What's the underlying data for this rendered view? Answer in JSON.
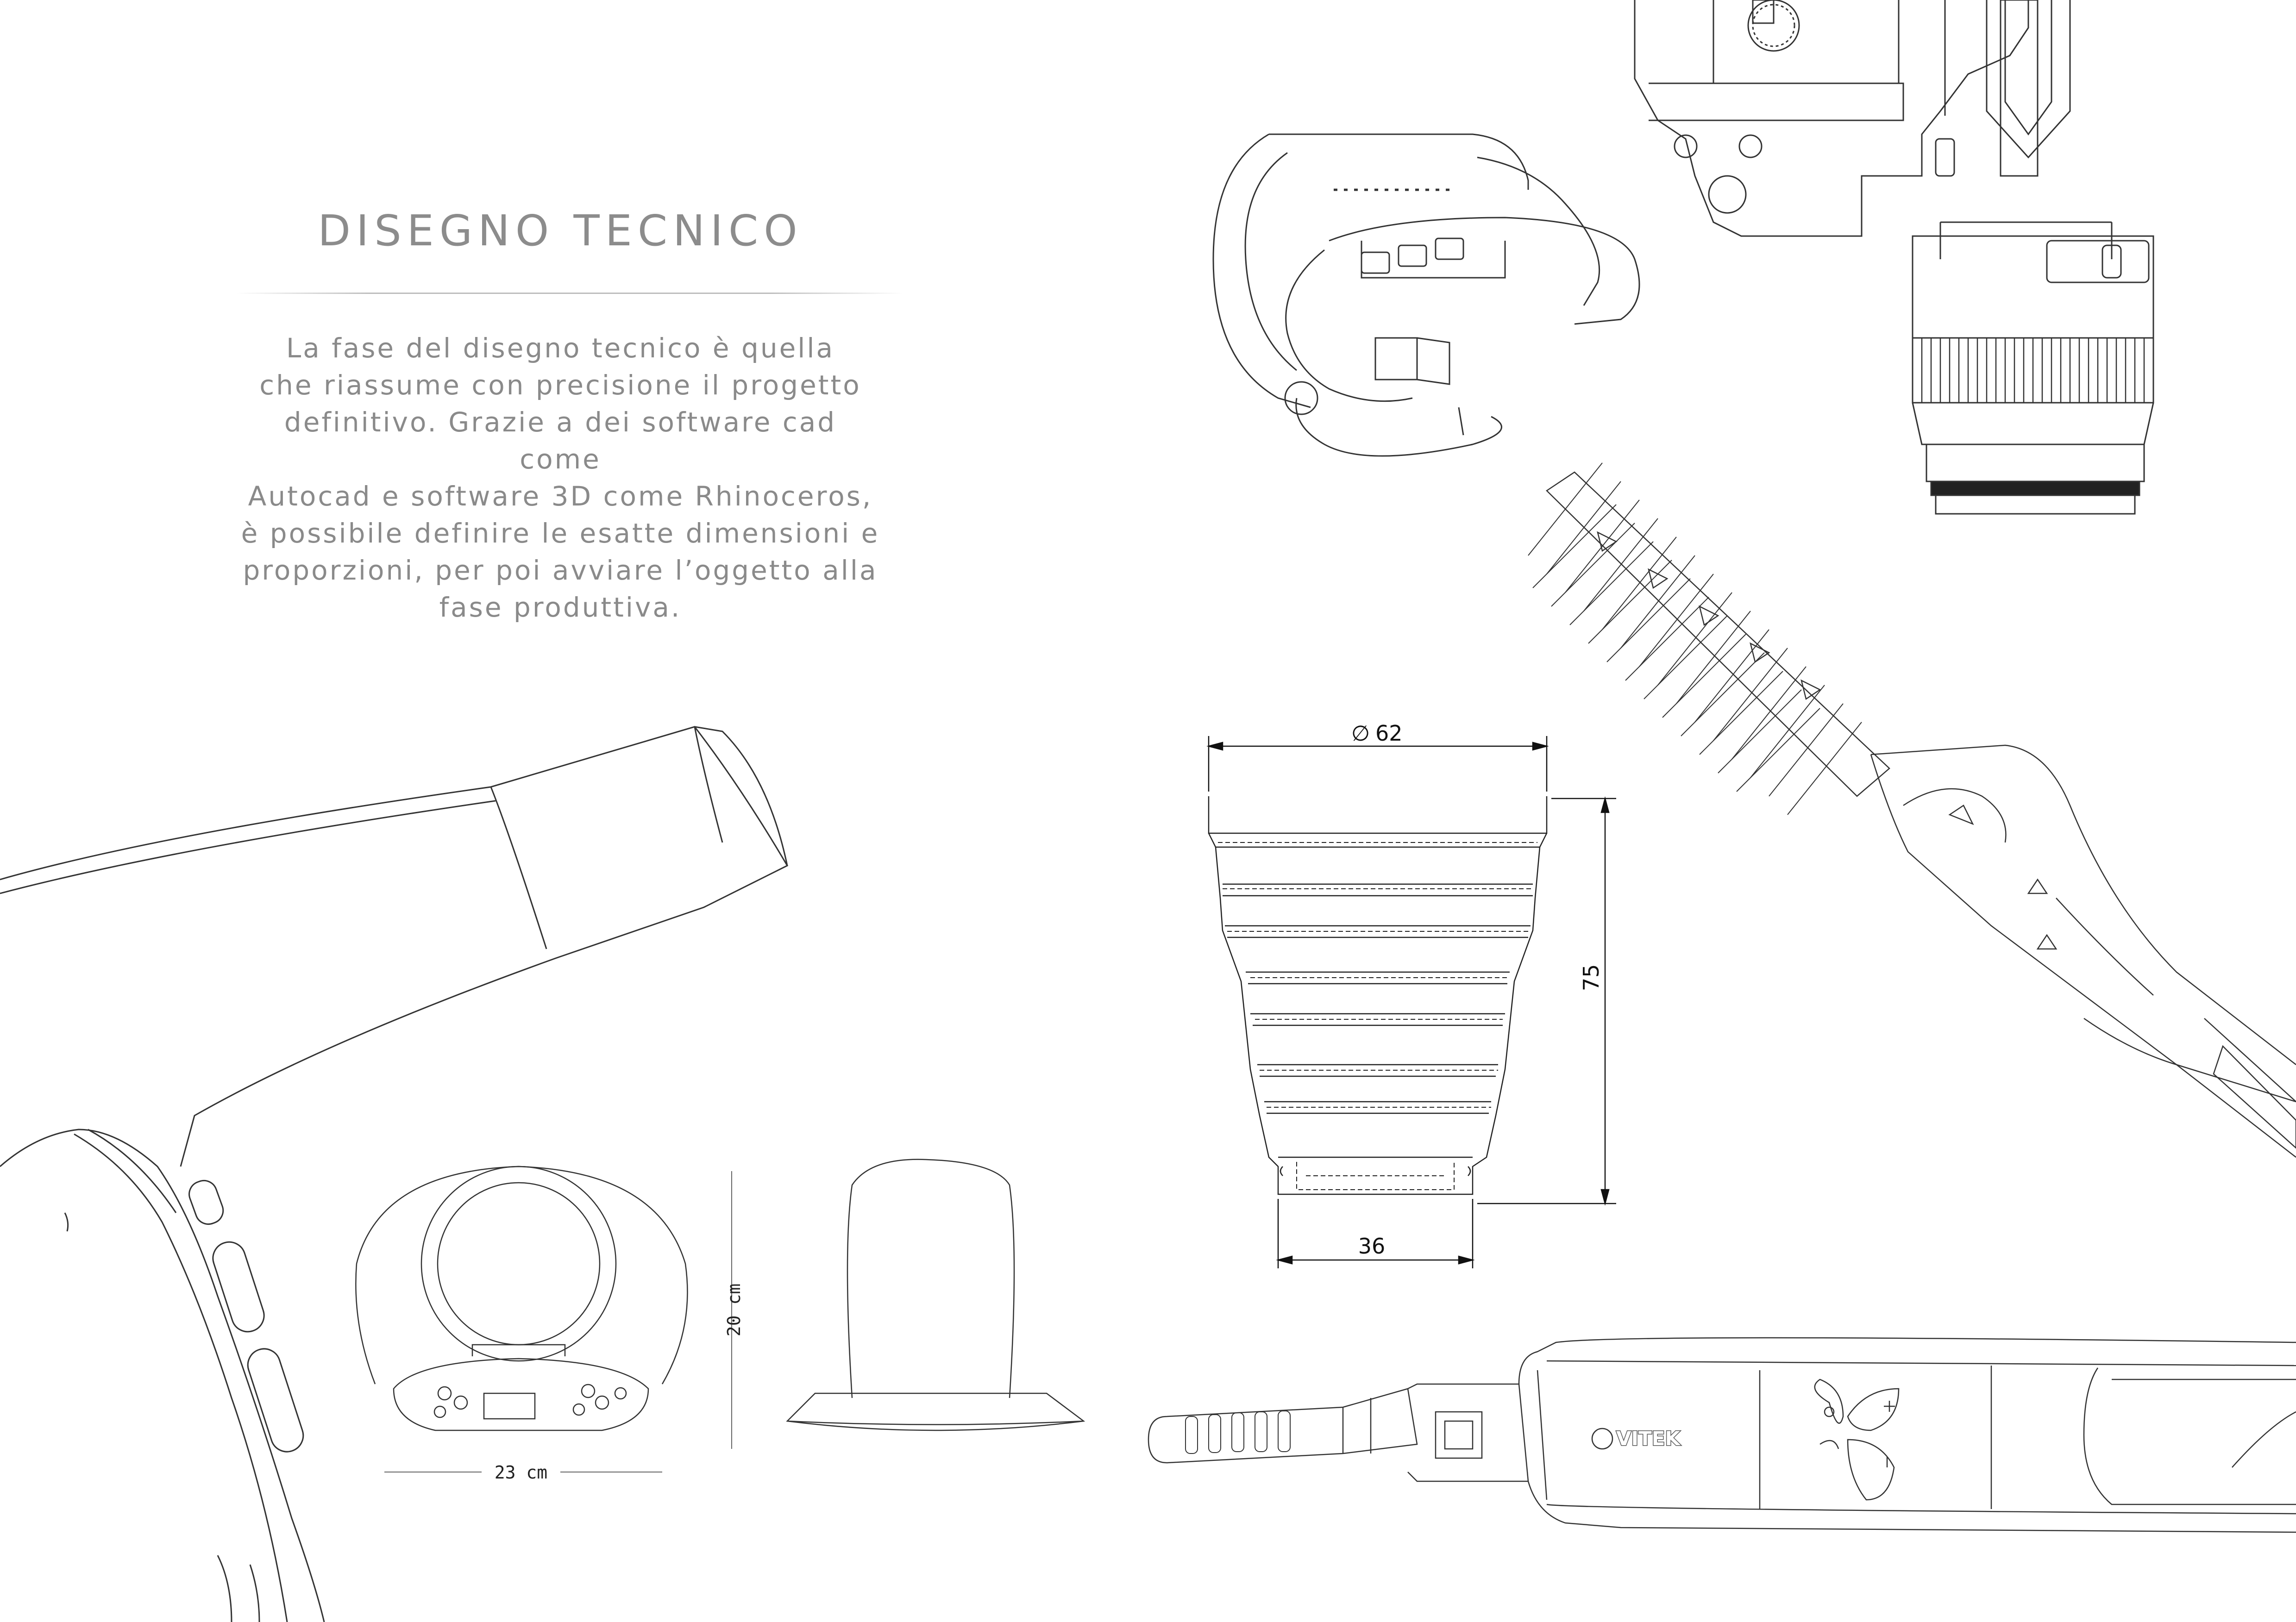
{
  "title": "DISEGNO  TECNICO",
  "intro_lines": [
    "La fase del disegno tecnico è quella",
    "che riassume con precisione il progetto",
    "definitivo. Grazie a dei software cad come",
    "Autocad e software 3D come Rhinoceros,",
    "è possibile definire le esatte dimensioni e",
    "proporzioni, per poi avviare l’oggetto alla",
    "fase produttiva."
  ],
  "dimensions": {
    "diameter_top": "62",
    "height": "75",
    "bottom_width": "36",
    "speaker_height": "20 cm",
    "speaker_width": "23 cm"
  },
  "brand_label": "VITEK",
  "icons": [
    "hair-dryer-drawing",
    "speaker-dock-drawing",
    "speaker-side-drawing",
    "diffuser-nozzle-drawing",
    "hair-straightener-drawing",
    "round-brush-drawing",
    "camera-drawing",
    "bracelet-drawing"
  ]
}
